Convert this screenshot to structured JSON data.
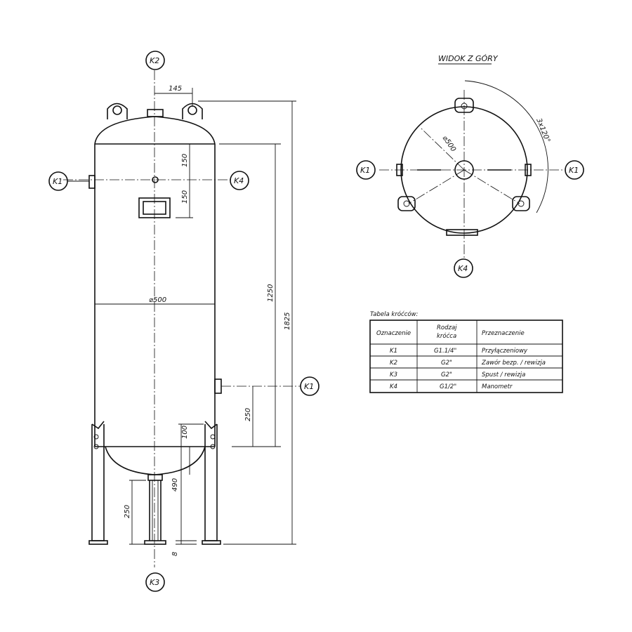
{
  "view_title": "WIDOK Z GÓRY",
  "connectors": {
    "k1": "K1",
    "k2": "K2",
    "k3": "K3",
    "k4": "K4"
  },
  "dimensions": {
    "lug_spacing": "145",
    "upper_150": "150",
    "lower_150": "150",
    "diameter": "⌀500",
    "top_diameter": "⌀500",
    "height_1250": "1250",
    "height_1825": "1825",
    "k1_height": "250",
    "leg_100": "100",
    "leg_490": "490",
    "drain_250": "250",
    "base_8": "8",
    "angle": "3x120°"
  },
  "table": {
    "caption": "Tabela króćców:",
    "headers": {
      "col1": "Oznaczenie",
      "col2_line1": "Rodzaj",
      "col2_line2": "króćca",
      "col3": "Przeznaczenie"
    },
    "rows": [
      {
        "id": "K1",
        "type": "G1.1/4\"",
        "purpose": "Przyłączeniowy"
      },
      {
        "id": "K2",
        "type": "G2\"",
        "purpose": "Zawór bezp. / rewizja"
      },
      {
        "id": "K3",
        "type": "G2\"",
        "purpose": "Spust / rewizja"
      },
      {
        "id": "K4",
        "type": "G1/2\"",
        "purpose": "Manometr"
      }
    ]
  }
}
